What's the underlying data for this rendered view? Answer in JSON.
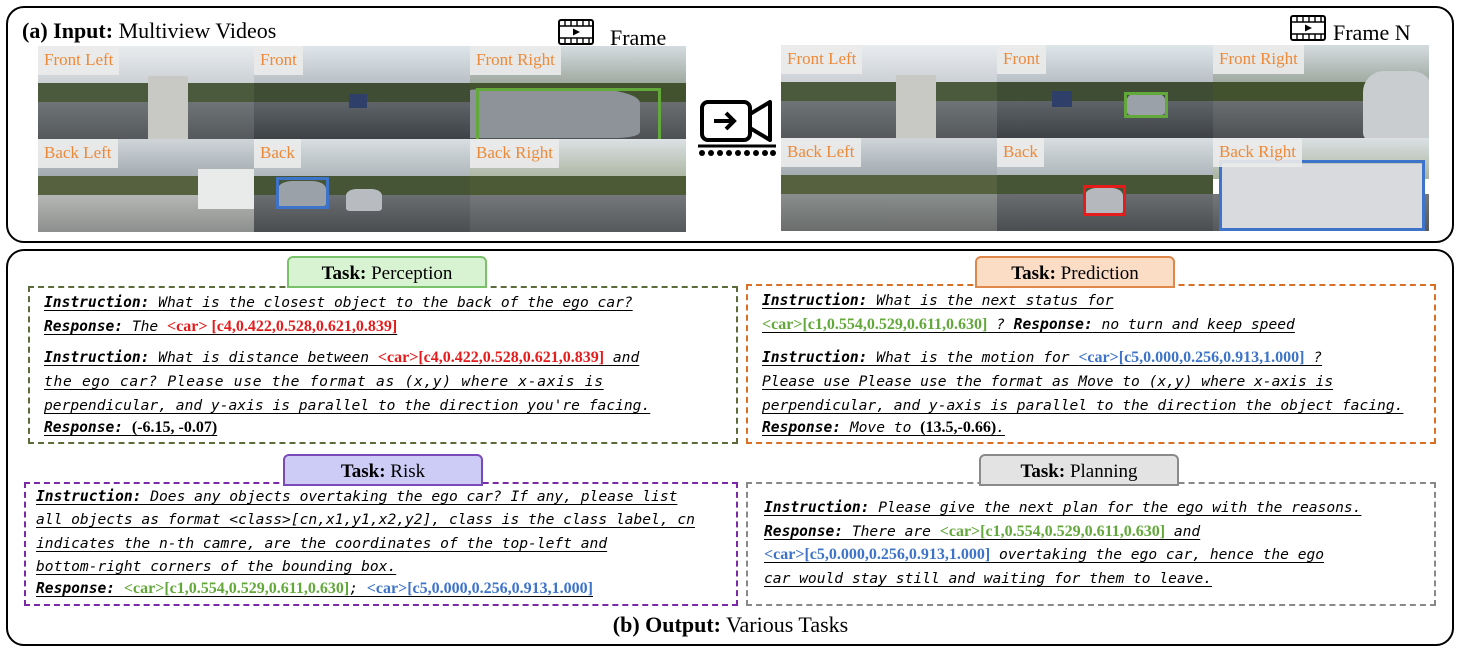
{
  "input": {
    "title_bold": "(a) Input:",
    "title_text": "Multiview Videos",
    "frame1_label": "Frame",
    "frameN_label": "Frame N",
    "cameras": [
      "Front Left",
      "Front",
      "Front Right",
      "Back Left",
      "Back",
      "Back Right"
    ]
  },
  "colors": {
    "green": "#62a83a",
    "blue": "#3d73c8",
    "red": "#e51c1c",
    "orange": "#ec8a3a"
  },
  "tasks": {
    "perception": {
      "tab_bold": "Task:",
      "tab_text": "Perception",
      "l1_key": "Instruction:",
      "l1_text": " What is the closest object to the back of the ego car?",
      "l2_key": "Response:",
      "l2_text": " The ",
      "l2_ref": "<car> [c4,0.422,0.528,0.621,0.839]",
      "l3_key": "Instruction:",
      "l3_text": " What is distance between ",
      "l3_ref": "<car>[c4,0.422,0.528,0.621,0.839]",
      "l3_tail": " and",
      "l4_text": "the ego car? Please use the format as (x,y) where x-axis is",
      "l5_text": "perpendicular, and y-axis is parallel to the direction you're facing.",
      "l6_key": "Response:",
      "l6_val": "(-6.15, -0.07)"
    },
    "prediction": {
      "tab_bold": "Task:",
      "tab_text": "Prediction",
      "l1_key": "Instruction:",
      "l1_text": " What is the next status for",
      "l2_ref": "<car>[c1,0.554,0.529,0.611,0.630]",
      "l2_mid": " ? ",
      "l2_key": "Response:",
      "l2_text": " no turn and keep speed",
      "l3_key": "Instruction:",
      "l3_text": " What is the motion for ",
      "l3_ref": "<car>[c5,0.000,0.256,0.913,1.000]",
      "l3_tail": " ?",
      "l4_text": "Please use Please use the format as Move to (x,y) where x-axis is",
      "l5_text": "perpendicular, and y-axis is parallel to the direction the object facing.",
      "l6_key": "Response:",
      "l6_text": " Move to ",
      "l6_val": "(13.5,-0.66)",
      "l6_tail": "."
    },
    "risk": {
      "tab_bold": "Task:",
      "tab_text": "Risk",
      "l1_key": "Instruction:",
      "l1_text": " Does any objects overtaking the ego car? If any, please list",
      "l2_text": "all objects as format <class>[cn,x1,y1,x2,y2], class is the class label, cn",
      "l3_text": "indicates the n-th camre, are the coordinates of the top-left and",
      "l4_text": "bottom-right corners of the bounding box.",
      "l5_key": "Response:",
      "l5_ref1": "<car>[c1,0.554,0.529,0.611,0.630]",
      "l5_sep": ";",
      "l5_ref2": "<car>[c5,0.000,0.256,0.913,1.000]"
    },
    "planning": {
      "tab_bold": "Task:",
      "tab_text": "Planning",
      "l1_key": "Instruction:",
      "l1_text": " Please give the next plan for the ego with the reasons.",
      "l2_key": "Response:",
      "l2_text": "  There are ",
      "l2_ref": "<car>[c1,0.554,0.529,0.611,0.630]",
      "l2_tail": " and",
      "l3_ref": "<car>[c5,0.000,0.256,0.913,1.000]",
      "l3_text": " overtaking the ego car, hence the ego",
      "l4_text": "car would stay still and waiting for them to leave."
    }
  },
  "output": {
    "title_bold": "(b) Output:",
    "title_text": "Various Tasks"
  }
}
